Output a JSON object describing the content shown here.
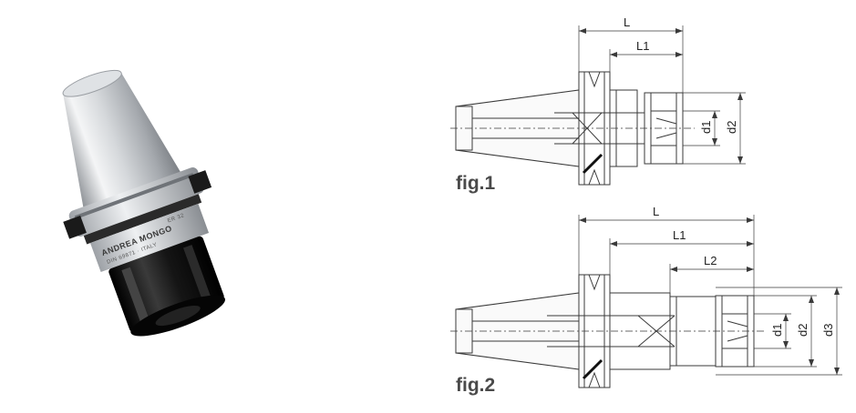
{
  "product_photo": {
    "brand_text": "ANDREA MONGO",
    "sub_text": "DIN 69871 · ITALY",
    "model_text": "ER 32"
  },
  "fig1": {
    "label": "fig.1",
    "dims": {
      "L": "L",
      "L1": "L1",
      "d1": "d1",
      "d2": "d2"
    }
  },
  "fig2": {
    "label": "fig.2",
    "dims": {
      "L": "L",
      "L1": "L1",
      "L2": "L2",
      "d1": "d1",
      "d2": "d2",
      "d3": "d3"
    }
  },
  "colors": {
    "line": "#3a3a3a",
    "body": "#111111",
    "metal": "#c9ccd0"
  }
}
